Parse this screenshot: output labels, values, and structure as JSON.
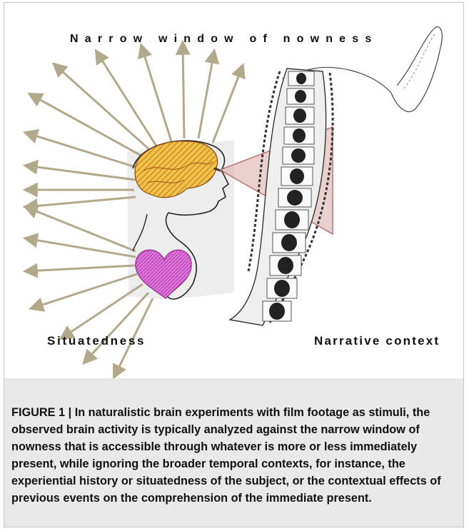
{
  "figure": {
    "labels": {
      "top": "Narrow window of nowness",
      "left": "Situatedness",
      "right": "Narrative context"
    },
    "colors": {
      "arrow": "#b2a98c",
      "brain": "#e9b63c",
      "heart": "#d65ad0",
      "viewing_cone": "#c97a7a",
      "film_strip": "#2c2c2c"
    }
  },
  "caption": {
    "text": "FIGURE 1 | In naturalistic brain experiments with film footage as stimuli, the observed brain activity is typically analyzed against the narrow window of nowness that is accessible through whatever is more or less immediately present, while ignoring the broader temporal contexts, for instance, the experiential history or situatedness of the subject, or the contextual effects of previous events on the comprehension of the immediate present."
  }
}
